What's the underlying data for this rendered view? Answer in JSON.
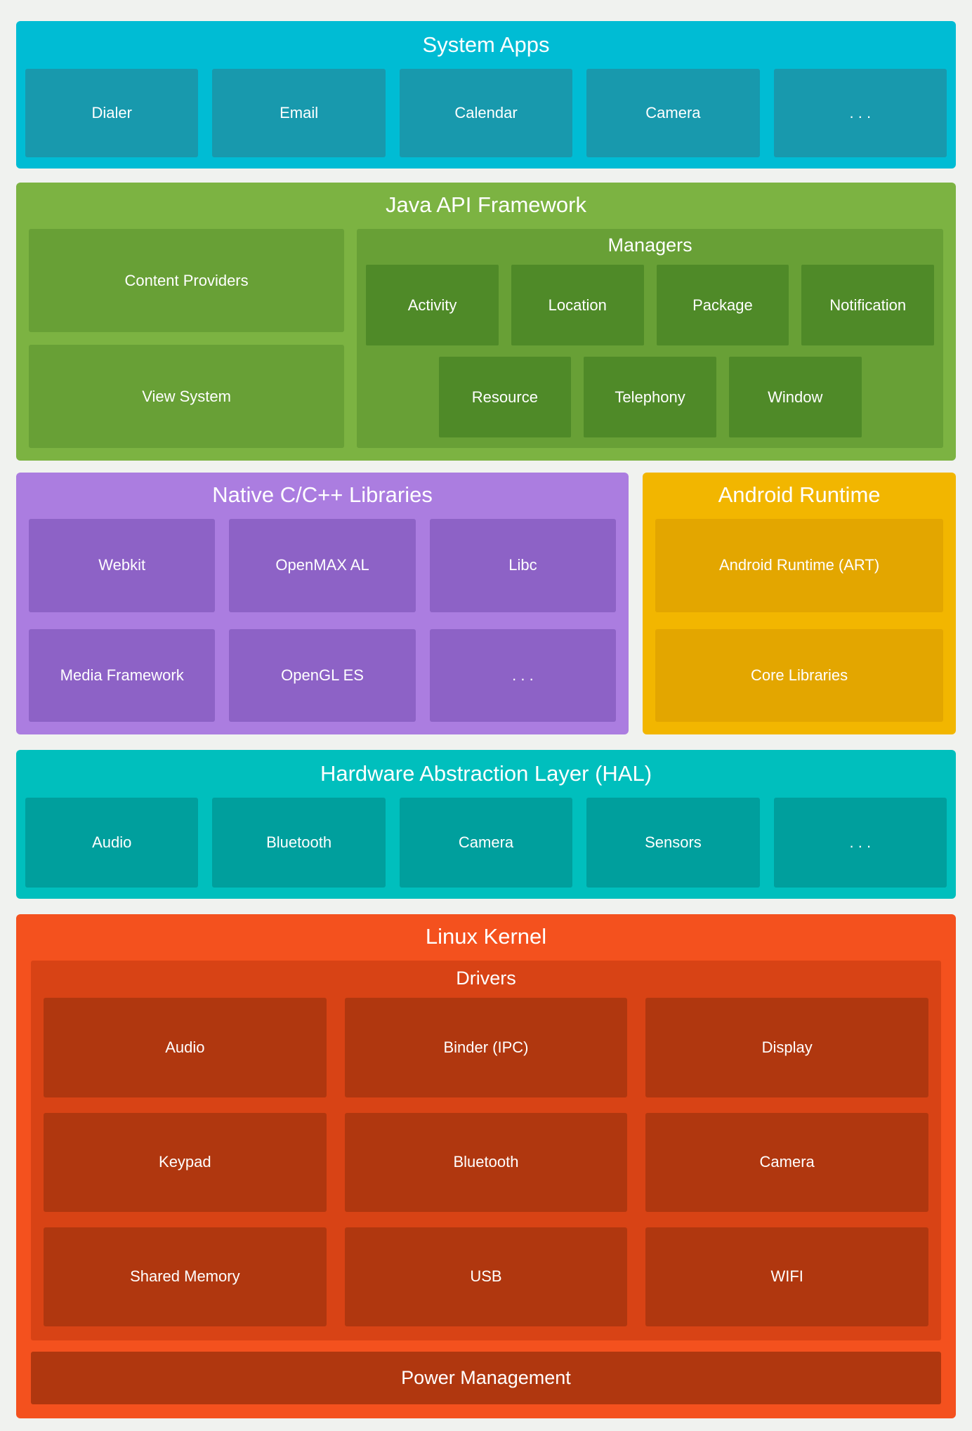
{
  "colors": {
    "page_bg": "#f0f2ef",
    "system_apps_bg": "#00bcd4",
    "system_apps_box": "#1899ad",
    "java_bg": "#7cb342",
    "java_panel": "#68a036",
    "java_chip": "#4f8a28",
    "native_bg": "#ab7de0",
    "native_box": "#8d62c6",
    "runtime_bg": "#f2b600",
    "runtime_box": "#e3a600",
    "hal_bg": "#00bfbd",
    "hal_box": "#009f9d",
    "kernel_bg": "#f4511e",
    "kernel_panel": "#d84315",
    "kernel_chip": "#b0370f"
  },
  "layers": {
    "system_apps": {
      "title": "System Apps",
      "items": [
        "Dialer",
        "Email",
        "Calendar",
        "Camera",
        ". . ."
      ]
    },
    "java_api_framework": {
      "title": "Java API Framework",
      "left_items": [
        "Content Providers",
        "View System"
      ],
      "managers": {
        "title": "Managers",
        "row1": [
          "Activity",
          "Location",
          "Package",
          "Notification"
        ],
        "row2": [
          "Resource",
          "Telephony",
          "Window"
        ]
      }
    },
    "native_libraries": {
      "title": "Native C/C++ Libraries",
      "items": [
        "Webkit",
        "OpenMAX AL",
        "Libc",
        "Media Framework",
        "OpenGL ES",
        ". . ."
      ]
    },
    "android_runtime": {
      "title": "Android Runtime",
      "items": [
        "Android Runtime (ART)",
        "Core Libraries"
      ]
    },
    "hal": {
      "title": "Hardware Abstraction Layer (HAL)",
      "items": [
        "Audio",
        "Bluetooth",
        "Camera",
        "Sensors",
        ". . ."
      ]
    },
    "linux_kernel": {
      "title": "Linux Kernel",
      "drivers": {
        "title": "Drivers",
        "items": [
          "Audio",
          "Binder (IPC)",
          "Display",
          "Keypad",
          "Bluetooth",
          "Camera",
          "Shared Memory",
          "USB",
          "WIFI"
        ]
      },
      "power_management": "Power Management"
    }
  }
}
